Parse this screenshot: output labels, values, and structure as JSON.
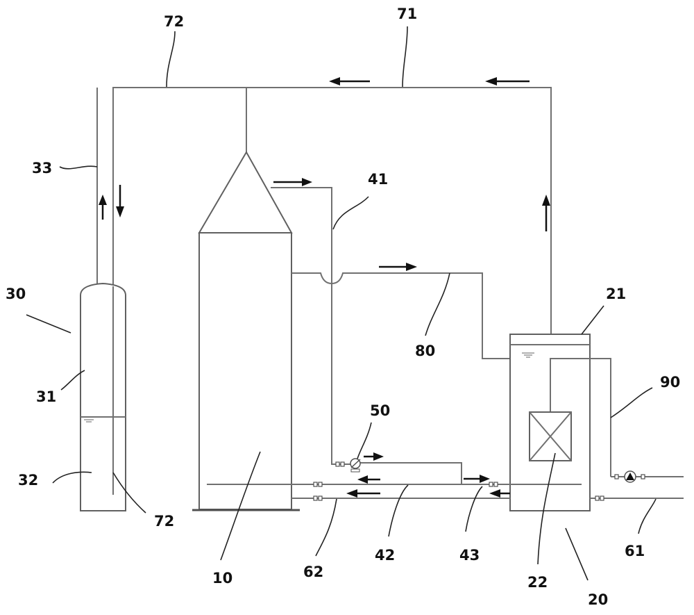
{
  "labels": {
    "l72a": "72",
    "l71": "71",
    "l33": "33",
    "l41": "41",
    "l30": "30",
    "l21": "21",
    "l80": "80",
    "l31": "31",
    "l90": "90",
    "l50": "50",
    "l32": "32",
    "l72b": "72",
    "l10": "10",
    "l62": "62",
    "l42": "42",
    "l43": "43",
    "l22": "22",
    "l61": "61",
    "l20": "20"
  },
  "colors": {
    "pipe": "#707070",
    "text": "#111111",
    "arrow": "#111111"
  }
}
